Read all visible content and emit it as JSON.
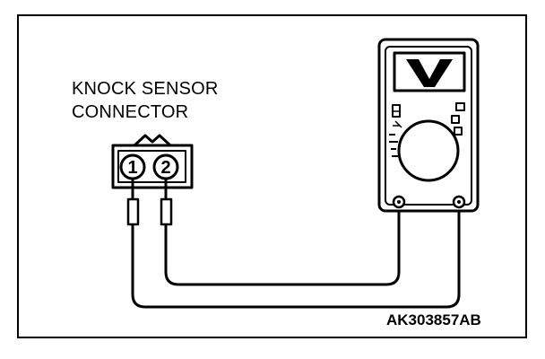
{
  "connector_label_line1": "KNOCK SENSOR",
  "connector_label_line2": "CONNECTOR",
  "pins": [
    "1",
    "2"
  ],
  "meter_display_symbol": "V",
  "figure_code": "AK303857AB",
  "colors": {
    "ink": "#000000",
    "background": "#ffffff"
  },
  "icons": [
    "connector-icon",
    "probe-icon",
    "multimeter-icon",
    "voltage-icon"
  ]
}
